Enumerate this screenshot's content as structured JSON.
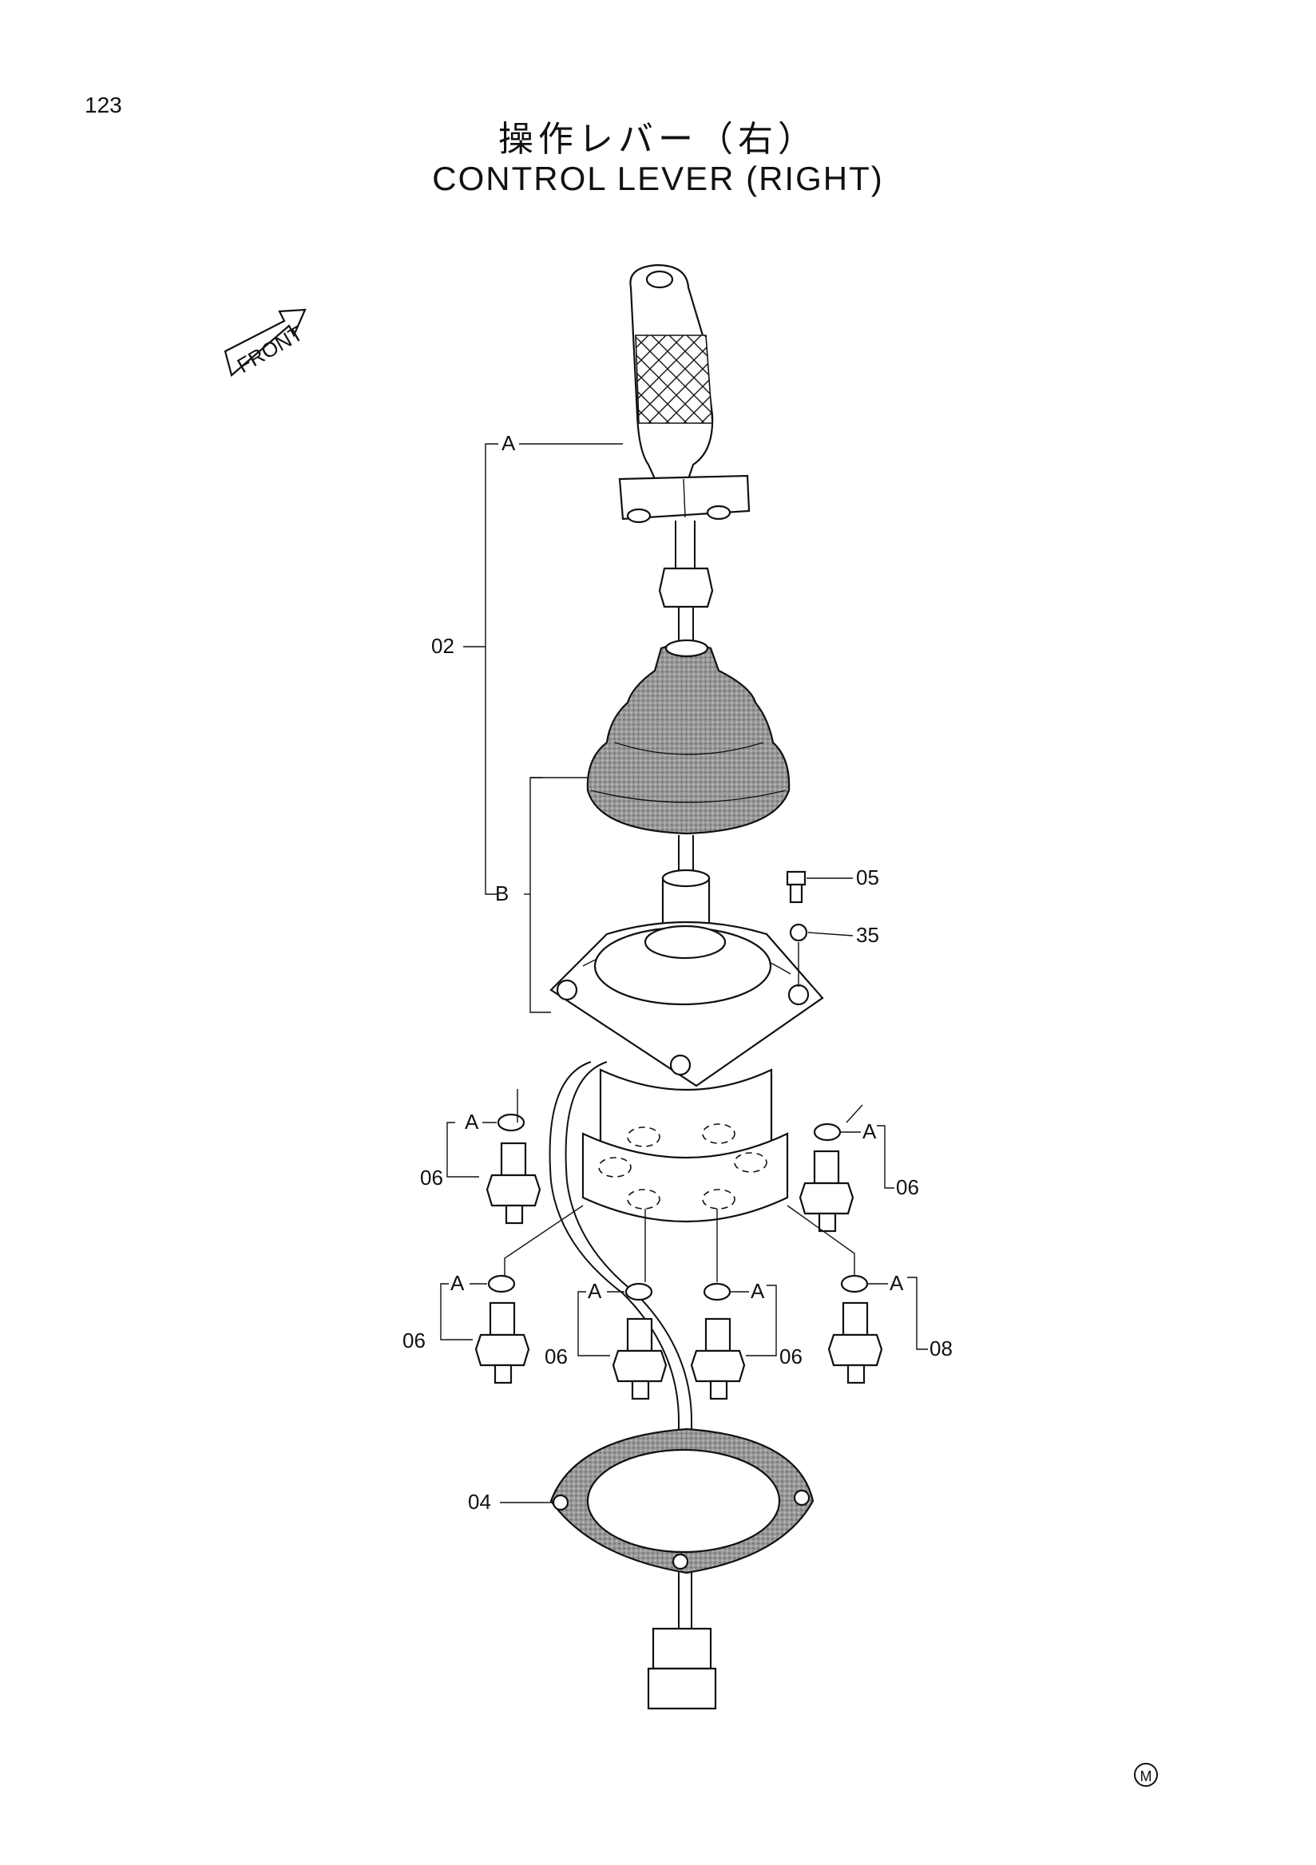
{
  "page_number": "123",
  "title_jp": "操作レバー（右）",
  "title_en": "CONTROL LEVER (RIGHT)",
  "front_label": "FRONT",
  "callouts": {
    "group_a": "A",
    "group_b": "B",
    "assembly": "02",
    "plate_gasket": "04",
    "bolt": "05",
    "washer": "35",
    "pusher": "06",
    "pusher_alt": "08"
  },
  "footer_mark": "M"
}
